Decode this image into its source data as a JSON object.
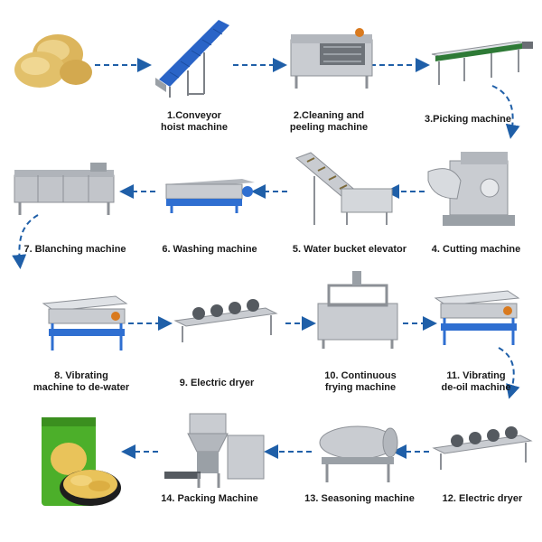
{
  "steps": [
    {
      "line1": "1.Conveyor",
      "line2": "hoist machine"
    },
    {
      "line1": "2.Cleaning and",
      "line2": "peeling machine"
    },
    {
      "line1": "3.Picking machine",
      "line2": ""
    },
    {
      "line1": "4. Cutting machine",
      "line2": ""
    },
    {
      "line1": "5. Water bucket elevator",
      "line2": ""
    },
    {
      "line1": "6. Washing machine",
      "line2": ""
    },
    {
      "line1": "7. Blanching machine",
      "line2": ""
    },
    {
      "line1": "8. Vibrating",
      "line2": "machine to de-water"
    },
    {
      "line1": "9. Electric dryer",
      "line2": ""
    },
    {
      "line1": "10. Continuous",
      "line2": "frying machine"
    },
    {
      "line1": "11. Vibrating",
      "line2": "de-oil machine"
    },
    {
      "line1": "12. Electric dryer",
      "line2": ""
    },
    {
      "line1": "13. Seasoning machine",
      "line2": ""
    },
    {
      "line1": "14. Packing Machine",
      "line2": ""
    }
  ],
  "colors": {
    "arrow": "#1f5fa8",
    "steel": "#c9ccd1",
    "steel_dark": "#8c9096",
    "belt": "#2a64c7",
    "frame_blue": "#2f6fd1",
    "potato": "#e2c06a",
    "bag_green": "#4caf2a",
    "chip": "#e9c35a"
  }
}
